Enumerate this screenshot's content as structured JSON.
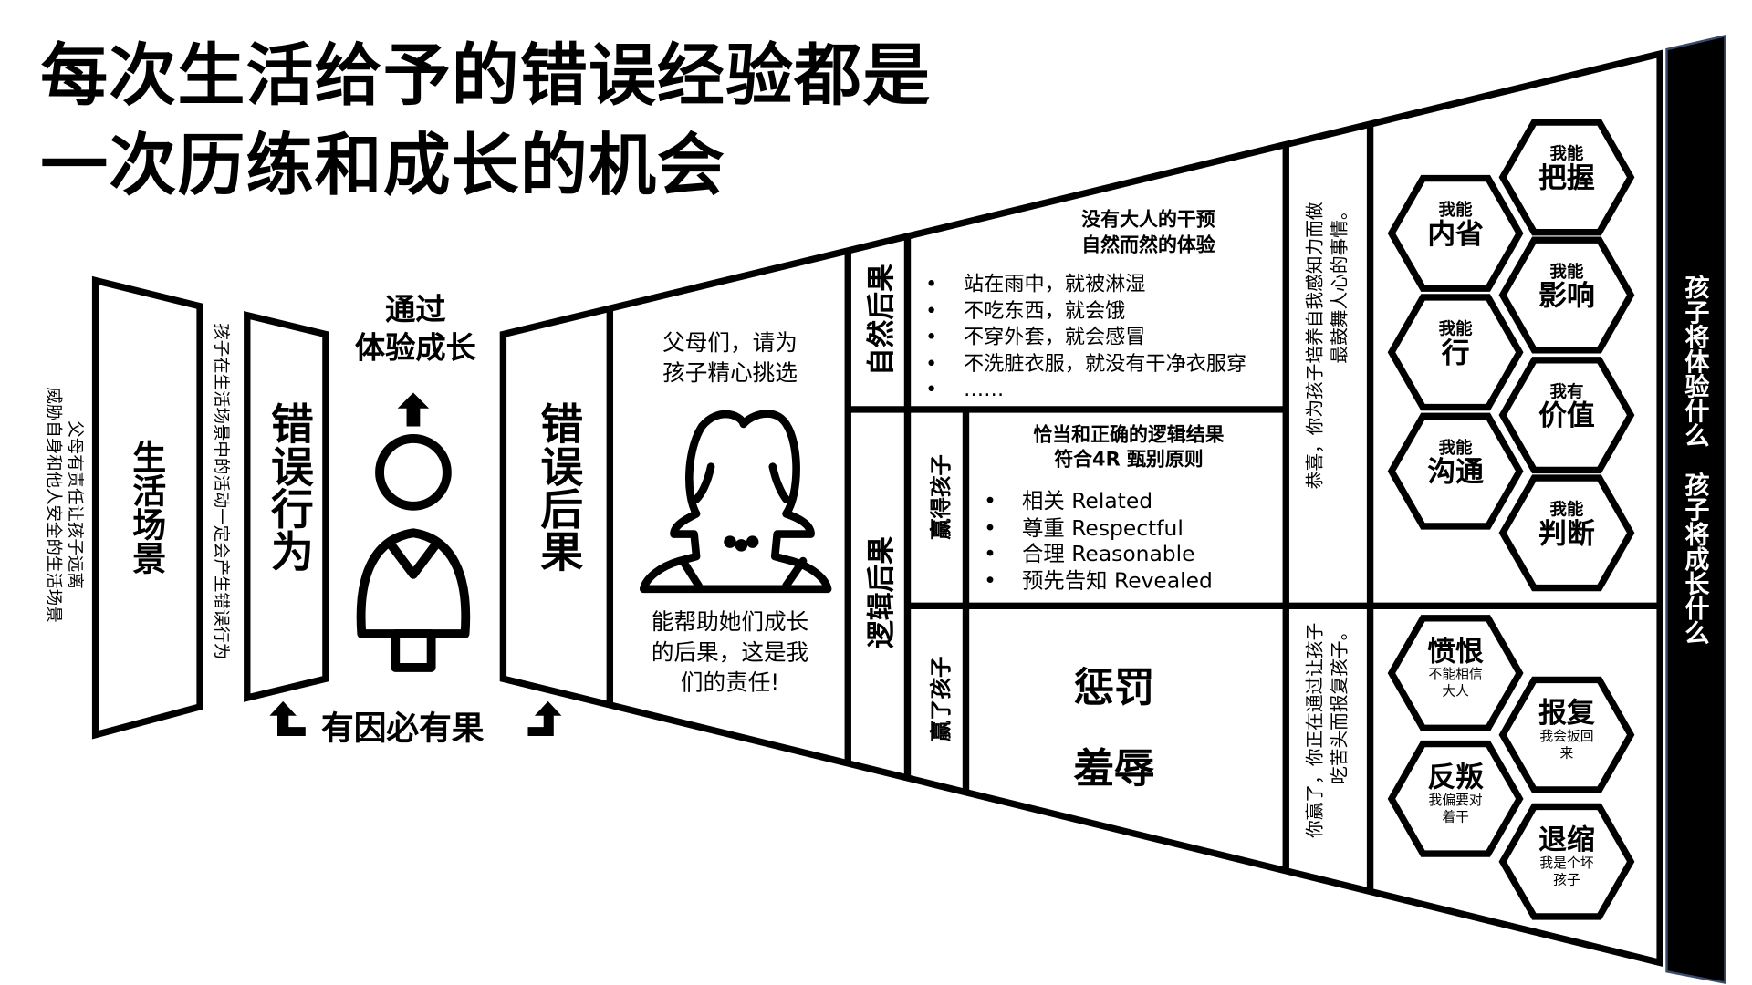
{
  "title": {
    "line1": "每次生活给予的错误经验都是",
    "line2": "一次历练和成长的机会"
  },
  "left": {
    "note_line1": "父母有责任让孩子远离",
    "note_line2": "威胁自身和他人安全的生活场景",
    "life_scene": "生活场景",
    "activity_note": "孩子在生活场景中的活动一定会产生错误行为",
    "wrong_behavior": "错误行为",
    "grow_line1": "通过",
    "grow_line2": "体验成长",
    "cause_effect": "有因必有果"
  },
  "funnel": {
    "wrong_consequence": "错误后果",
    "parents_line1": "父母们，请为",
    "parents_line2": "孩子精心挑选",
    "help_line1": "能帮助她们成长",
    "help_line2": "的后果，这是我",
    "help_line3": "们的责任!",
    "natural_label": "自然后果",
    "natural_heading1": "没有大人的干预",
    "natural_heading2": "自然而然的体验",
    "natural_items": [
      "站在雨中，就被淋湿",
      "不吃东西，就会饿",
      "不穿外套，就会感冒",
      "不洗脏衣服，就没有干净衣服穿",
      "……"
    ],
    "logic_label": "逻辑后果",
    "win_child_label": "赢得孩子",
    "logic_heading1": "恰当和正确的逻辑结果",
    "logic_heading2": "符合4R 甄别原则",
    "logic_items": [
      "相关 Related",
      "尊重 Respectful",
      "合理 Reasonable",
      "预先告知 Revealed"
    ],
    "beat_child_label": "赢了孩子",
    "punish": "惩罚",
    "humiliate": "羞辱",
    "congrats_line1": "恭喜，你为孩子培养自我感知力而做",
    "congrats_line2": "最鼓舞人心的事情。",
    "beat_line1": "你赢了，你正在通过让孩子",
    "beat_line2": "吃苦头而报复孩子。"
  },
  "positive_hexes": [
    {
      "small": "我能",
      "big": "把握"
    },
    {
      "small": "我能",
      "big": "内省"
    },
    {
      "small": "我能",
      "big": "影响"
    },
    {
      "small": "我能",
      "big": "行"
    },
    {
      "small": "我有",
      "big": "价值"
    },
    {
      "small": "我能",
      "big": "沟通"
    },
    {
      "small": "我能",
      "big": "判断"
    }
  ],
  "negative_hexes": [
    {
      "big": "愤恨",
      "sub1": "不能相信",
      "sub2": "大人"
    },
    {
      "big": "报复",
      "sub1": "我会扳回",
      "sub2": "来"
    },
    {
      "big": "反叛",
      "sub1": "我偏要对",
      "sub2": "着干"
    },
    {
      "big": "退缩",
      "sub1": "我是个坏",
      "sub2": "孩子"
    }
  ],
  "right_bar": {
    "text": "孩子将体验什么　孩子将成长什么"
  },
  "colors": {
    "ink": "#000000",
    "paper": "#ffffff",
    "bar_edge": "#3a4a6b"
  }
}
